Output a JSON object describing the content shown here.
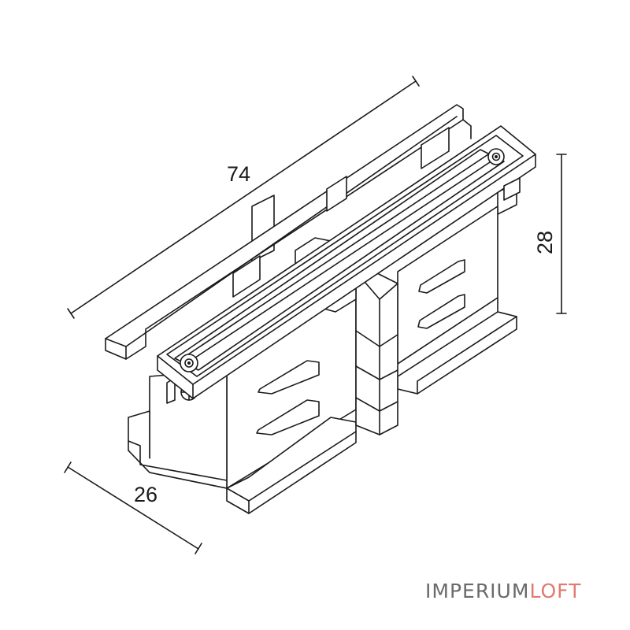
{
  "dimensions": {
    "length": "74",
    "height": "28",
    "width": "26"
  },
  "brand": {
    "part1": "IMPERIUM",
    "part2": "LOFT",
    "color_part1": "#6a6a6a",
    "color_part2": "#e07a72"
  }
}
